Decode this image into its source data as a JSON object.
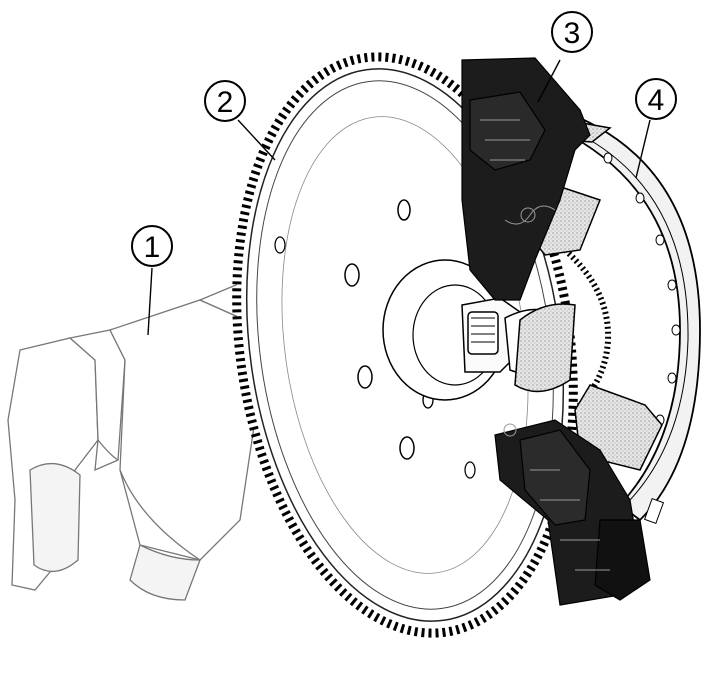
{
  "callouts": {
    "c1": "1",
    "c2": "2",
    "c3": "3",
    "c4": "4"
  },
  "colors": {
    "ink": "#000000",
    "paper": "#ffffff",
    "dark_part": "#1c1c1c",
    "stipple": "#bdbdbd"
  }
}
